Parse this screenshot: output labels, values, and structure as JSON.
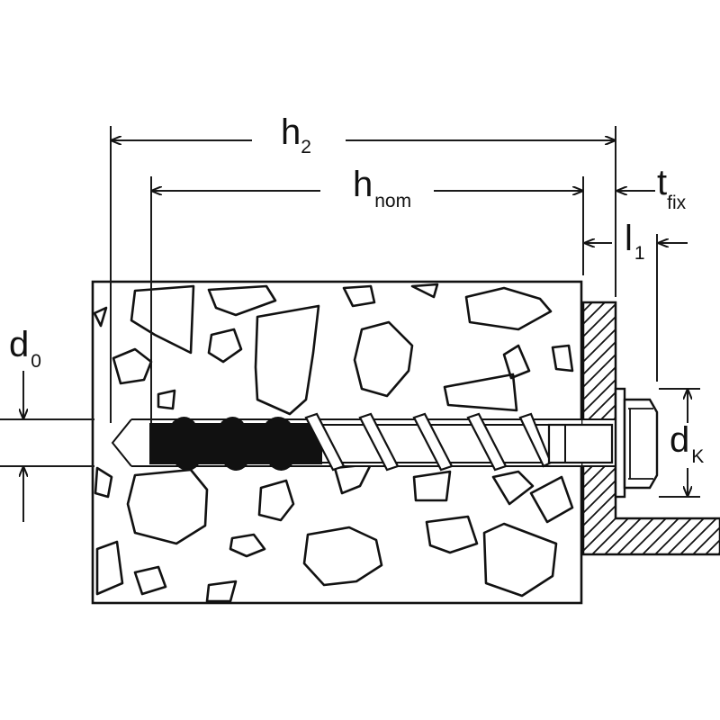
{
  "colors": {
    "line": "#111111",
    "dim": "#1a1a1a",
    "background": "#ffffff",
    "screw_grip": "#111111"
  },
  "labels": {
    "h2": {
      "main": "h",
      "sub": "2"
    },
    "hnom": {
      "main": "h",
      "sub": "nom"
    },
    "tfix": {
      "main": "t",
      "sub": "fix"
    },
    "l1": {
      "main": "l",
      "sub": "1"
    },
    "d0": {
      "main": "d",
      "sub": "0"
    },
    "dk": {
      "main": "d",
      "sub": "K"
    }
  }
}
